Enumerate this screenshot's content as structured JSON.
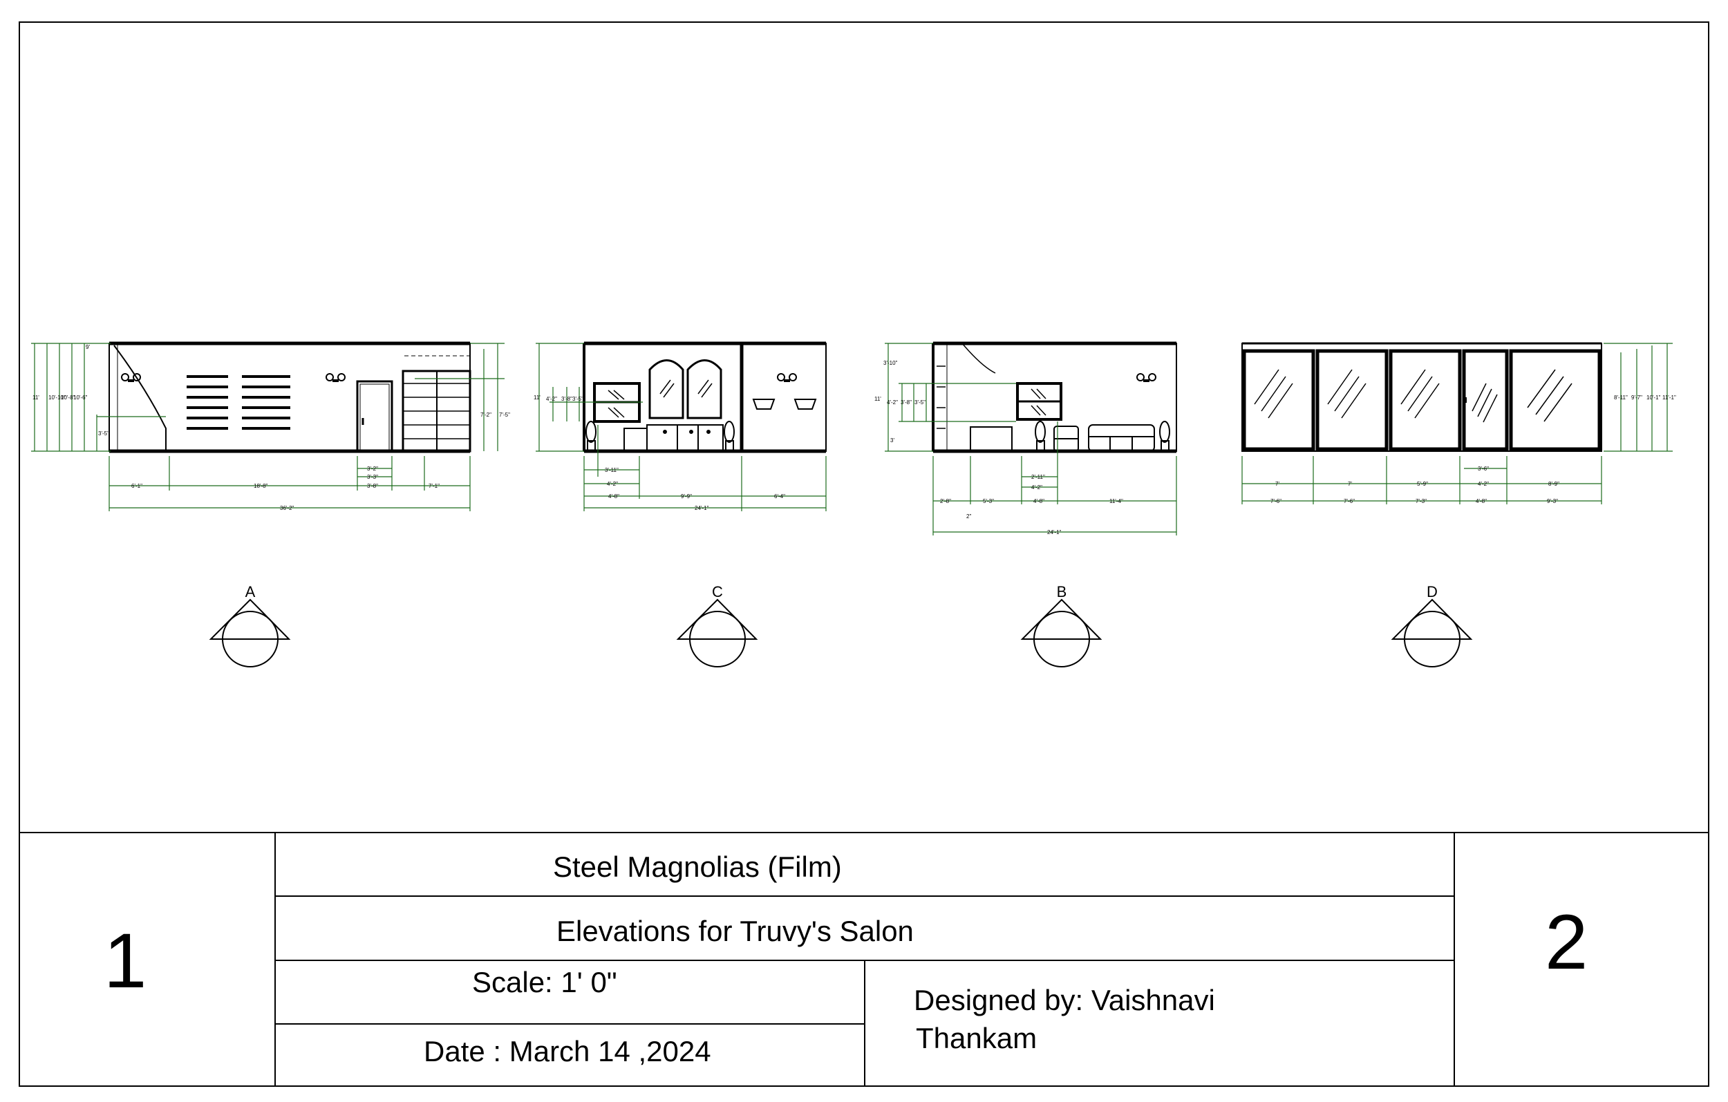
{
  "title_block": {
    "sheet_left_number": "1",
    "sheet_right_number": "2",
    "project_title": "Steel Magnolias (Film)",
    "drawing_title": "Elevations for Truvy's Salon",
    "scale": "Scale: 1' 0\"",
    "date": "Date : March 14 ,2024",
    "designer_line1": "Designed by: Vaishnavi",
    "designer_line2": "Thankam"
  },
  "elevations": [
    {
      "label": "A",
      "overall_width": "36'-2\"",
      "widths": [
        "6'-1\"",
        "18'-8\"",
        "3'-2\"",
        "3'-3\"",
        "3'-8\"",
        "7'-1\""
      ],
      "heights": [
        "11'",
        "10'-10\"",
        "10'-8\"",
        "10'-6\"",
        "9'",
        "3'-5\"",
        "7'-2\"",
        "7'-5\""
      ]
    },
    {
      "label": "C",
      "overall_width": "24'-1\"",
      "widths": [
        "3'-11\"",
        "4'-2\"",
        "4'-8\"",
        "9'-9\"",
        "6'-4\""
      ],
      "heights": [
        "11'",
        "4'-2\"",
        "3'-8\"",
        "3'-5\""
      ]
    },
    {
      "label": "B",
      "overall_width": "24'-1\"",
      "widths": [
        "2'-8\"",
        "5'-3\"",
        "2'-11\"",
        "4'-2\"",
        "4'-8\"",
        "11'-4\"",
        "2\""
      ],
      "heights": [
        "3'-10\"",
        "11'",
        "4'-2\"",
        "3'-8\"",
        "3'-5\"",
        "3'"
      ]
    },
    {
      "label": "D",
      "widths_top": [
        "7'",
        "7'",
        "5'-9\"",
        "3'-6\"",
        "4'-2\"",
        "8'-9\""
      ],
      "widths_bottom": [
        "7'-6\"",
        "7'-6\"",
        "7'-3\"",
        "4'-8\"",
        "9'-3\""
      ],
      "heights": [
        "8'-11\"",
        "9'-7\"",
        "10'-1\"",
        "11'-1\""
      ]
    }
  ]
}
